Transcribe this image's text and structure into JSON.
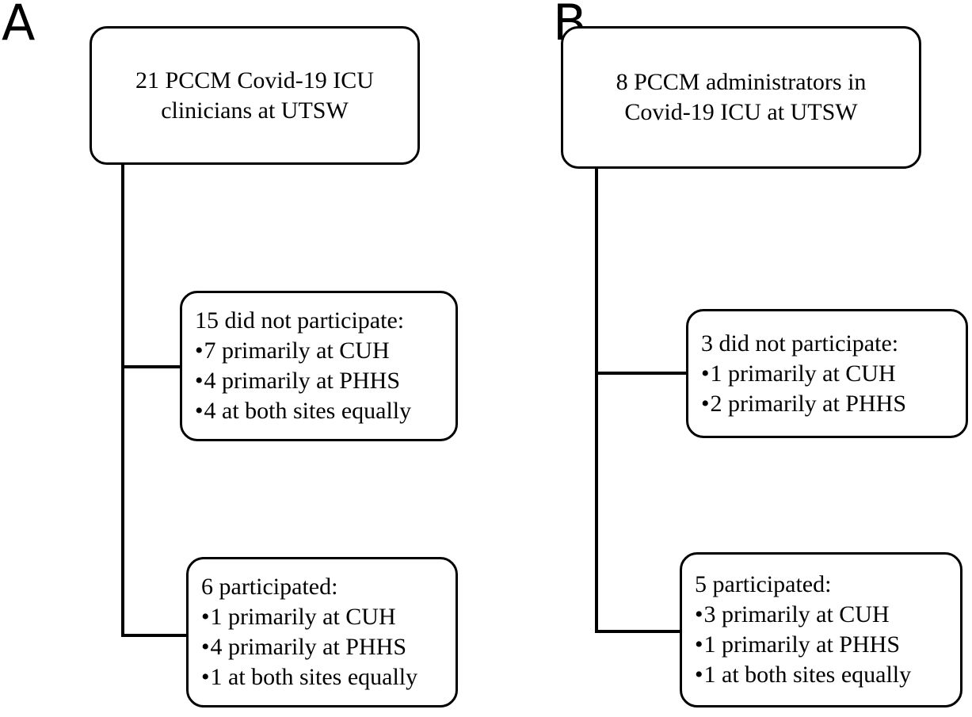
{
  "figure": {
    "type": "flowchart",
    "panels": [
      {
        "id": "A",
        "label": "A",
        "root": {
          "name": "root-box-a",
          "align": "center",
          "lines": [
            {
              "text": "21 PCCM Covid-19 ICU",
              "style": "plain"
            },
            {
              "text": "clinicians at UTSW",
              "style": "plain"
            }
          ]
        },
        "children": [
          {
            "name": "did-not-participate-box-a",
            "align": "list",
            "lines": [
              {
                "text": "15 did not participate:",
                "style": "heading"
              },
              {
                "text": "7 primarily at CUH",
                "style": "bullet"
              },
              {
                "text": "4 primarily at PHHS",
                "style": "bullet"
              },
              {
                "text": "4 at both sites equally",
                "style": "bullet"
              }
            ]
          },
          {
            "name": "participated-box-a",
            "align": "list",
            "lines": [
              {
                "text": "6 participated:",
                "style": "heading"
              },
              {
                "text": "1 primarily at CUH",
                "style": "bullet"
              },
              {
                "text": "4 primarily at PHHS",
                "style": "bullet"
              },
              {
                "text": "1 at both sites equally",
                "style": "bullet"
              }
            ]
          }
        ]
      },
      {
        "id": "B",
        "label": "B",
        "root": {
          "name": "root-box-b",
          "align": "center",
          "lines": [
            {
              "text": "8 PCCM administrators in",
              "style": "plain"
            },
            {
              "text": "Covid-19 ICU at UTSW",
              "style": "plain"
            }
          ]
        },
        "children": [
          {
            "name": "did-not-participate-box-b",
            "align": "list",
            "lines": [
              {
                "text": "3 did not participate:",
                "style": "heading"
              },
              {
                "text": "1 primarily at CUH",
                "style": "bullet"
              },
              {
                "text": "2 primarily at PHHS",
                "style": "bullet"
              }
            ]
          },
          {
            "name": "participated-box-b",
            "align": "list",
            "lines": [
              {
                "text": "5 participated:",
                "style": "heading"
              },
              {
                "text": "3 primarily at CUH",
                "style": "bullet"
              },
              {
                "text": "1 primarily at PHHS",
                "style": "bullet"
              },
              {
                "text": "1 at both sites equally",
                "style": "bullet"
              }
            ]
          }
        ]
      }
    ],
    "colors": {
      "stroke": "#000000",
      "background": "#ffffff",
      "text": "#000000"
    }
  },
  "panel_a": {
    "label": "A",
    "root_line_1": "21 PCCM Covid-19 ICU",
    "root_line_2": "clinicians at UTSW",
    "mid_heading": "15 did not participate:",
    "mid_b1": "7 primarily at CUH",
    "mid_b2": "4 primarily at PHHS",
    "mid_b3": "4 at both sites equally",
    "bot_heading": "6 participated:",
    "bot_b1": "1 primarily at CUH",
    "bot_b2": "4 primarily at PHHS",
    "bot_b3": "1 at both sites equally"
  },
  "panel_b": {
    "label": "B",
    "root_line_1": "8 PCCM administrators in",
    "root_line_2": "Covid-19 ICU at UTSW",
    "mid_heading": "3 did not participate:",
    "mid_b1": "1 primarily at CUH",
    "mid_b2": "2 primarily at PHHS",
    "bot_heading": "5 participated:",
    "bot_b1": "3 primarily at CUH",
    "bot_b2": "1 primarily at PHHS",
    "bot_b3": "1 at both sites equally"
  }
}
